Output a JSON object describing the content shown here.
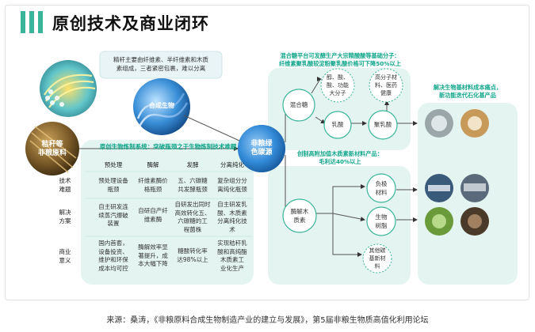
{
  "title": "原创技术及商业闭环",
  "colors": {
    "accent": "#3bb59a",
    "panel": "#e3f4f1",
    "highlight": "#11a68a"
  },
  "top_note": [
    "精秆主要由纤维素、半纤维素和木质",
    "素组成，三者紧密包裹，难以分离"
  ],
  "nodes": {
    "synthetic_bio": "合成生物",
    "straw": [
      "秸秆等",
      "非粮原料"
    ],
    "nongrain_carbon": [
      "非粮绿",
      "色碳源"
    ]
  },
  "bio_system": {
    "title": "原创生物炼制系统：突破瓶颈之于生物炼制技术难题",
    "columns": [
      "预处理",
      "酶解",
      "发酵",
      "分离纯化"
    ],
    "rows": [
      {
        "label": [
          "技术",
          "难题"
        ],
        "cells": [
          [
            "预处理设备",
            "瓶颈"
          ],
          [
            "纤维素酶价",
            "格瓶颈"
          ],
          [
            "五、六碳糖",
            "共发酵瓶颈"
          ],
          [
            "复杂组分分",
            "离纯化瓶颈"
          ]
        ]
      },
      {
        "label": [
          "解决",
          "方案"
        ],
        "cells": [
          [
            "自主研发连",
            "续蒸汽爆破",
            "装置"
          ],
          [
            "自研自产纤",
            "维素酶"
          ],
          [
            "自研发出同时",
            "高效转化五、",
            "六碳糖的工",
            "程菌株"
          ],
          [
            "自主研发乳",
            "酸、木质素",
            "分离纯化技",
            "术"
          ]
        ]
      },
      {
        "label": [
          "商业",
          "意义"
        ],
        "cells": [
          [
            "国内首套，",
            "设备投资、",
            "维护和环保",
            "成本均可控"
          ],
          [
            "酶解效率显",
            "著提升，成",
            "本大幅下降"
          ],
          [
            "糖酸转化率",
            "达98%以上"
          ],
          [
            "实现秸秆乳",
            "酸和高纯酯",
            "木质素工",
            "业化生产"
          ]
        ]
      }
    ]
  },
  "upper_branch": {
    "title": [
      "混合糖平台可发酵生产大宗精酸酸等基础分子：",
      "纤维素聚乳酸较淀粉聚乳酸价格可下降50%以上"
    ],
    "mixed_sugar": "混合糖",
    "alcohol_group": [
      "醇、酸、",
      "酸、功能",
      "大分子"
    ],
    "polymer_group": [
      "高分子材",
      "料、医药",
      "健康"
    ],
    "lactic_acid": "乳酸",
    "pla": "聚乳酸"
  },
  "lower_branch": {
    "title": [
      "创制高附加值木质素新材料产品：",
      "毛利达40%以上"
    ],
    "lignin": [
      "酶解木",
      "质素"
    ],
    "negative_material": [
      "负极",
      "材料"
    ],
    "bio_resin": [
      "生物",
      "树脂"
    ],
    "other_material": [
      "其他碳",
      "基新材",
      "料"
    ]
  },
  "right_panel": {
    "title": [
      "解决生物基材料成本痛点，",
      "新功能迭代石化基产品"
    ]
  },
  "caption": "来源：桑涛，《非粮原料合成生物制造产业的建立与发展》，第5届非粮生物质高值化利用论坛"
}
